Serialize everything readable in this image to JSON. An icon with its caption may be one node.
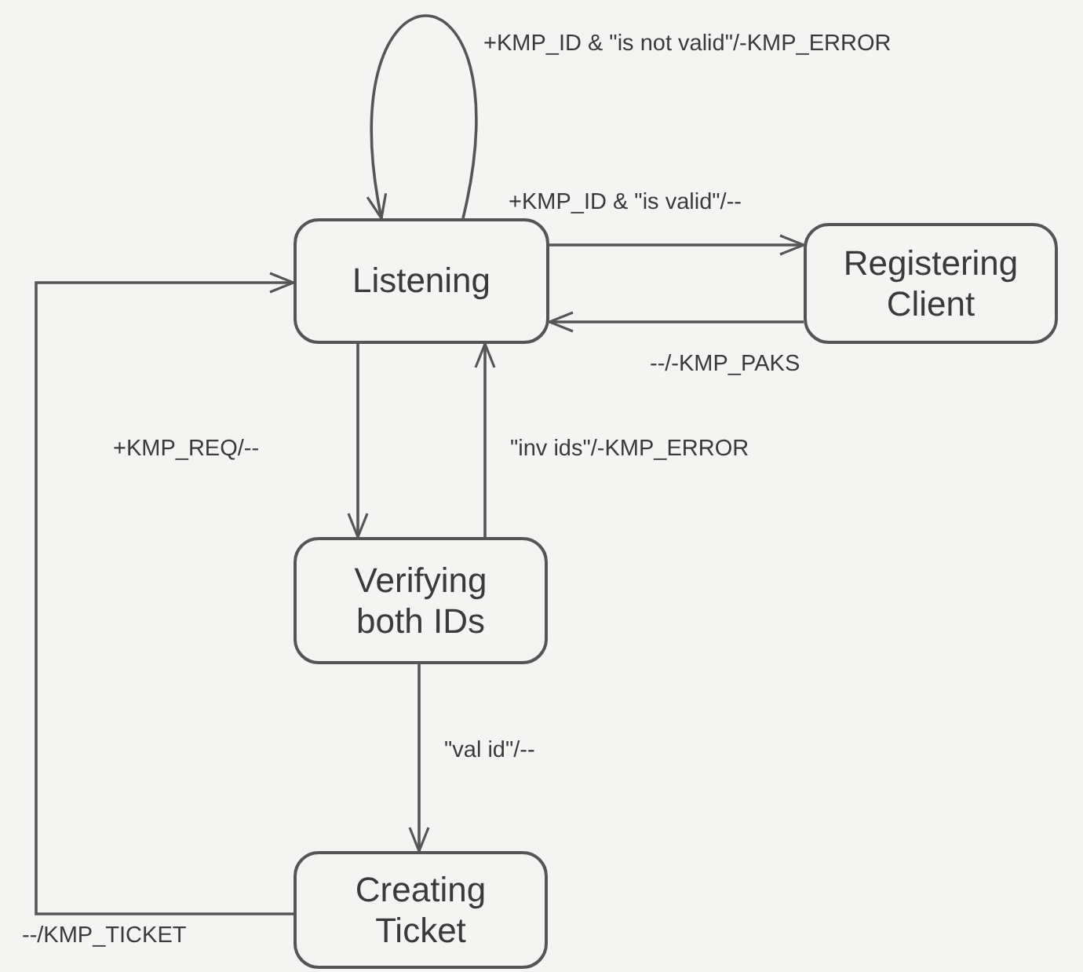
{
  "diagram": {
    "nodes": [
      {
        "text": [
          "Listening"
        ]
      },
      {
        "text": [
          "Registering Client"
        ]
      },
      {
        "text": [
          "Verifying both IDs"
        ]
      },
      {
        "text": [
          "Creating Ticket"
        ]
      }
    ],
    "edges": [
      {
        "from": 0,
        "to": 0,
        "arrow": "to",
        "label": "+KMP_ID & \"is not valid\"/-KMP_ERROR"
      },
      {
        "from": 0,
        "to": 1,
        "arrow": "to",
        "label": "+KMP_ID & \"is valid\"/--"
      },
      {
        "from": 1,
        "to": 0,
        "arrow": "to",
        "label": "--/-KMP_PAKS"
      },
      {
        "from": 0,
        "to": 2,
        "arrow": "to",
        "label": "+KMP_REQ/--"
      },
      {
        "from": 2,
        "to": 0,
        "arrow": "to",
        "label": "\"inv ids\"/-KMP_ERROR"
      },
      {
        "from": 2,
        "to": 3,
        "arrow": "to",
        "label": "\"val id\"/--"
      },
      {
        "from": 3,
        "to": 0,
        "arrow": "to",
        "label": "--/KMP_TICKET"
      }
    ]
  }
}
